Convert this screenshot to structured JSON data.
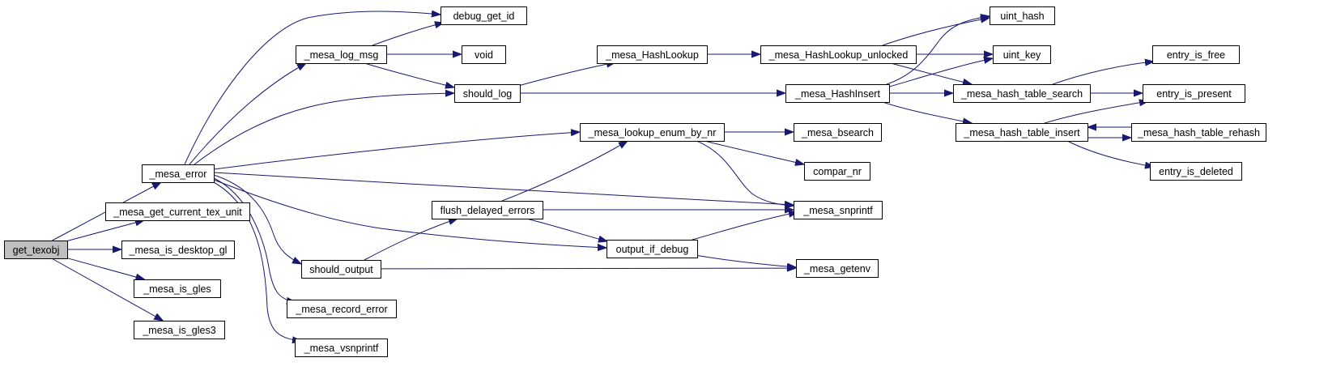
{
  "diagram": {
    "type": "call-graph",
    "colors": {
      "edge": "#191970",
      "node_border": "#000000",
      "root_fill": "#bfbfbf",
      "node_fill": "#ffffff"
    },
    "nodes": {
      "get_texobj": "get_texobj",
      "_mesa_error": "_mesa_error",
      "_mesa_get_current_tex_unit": "_mesa_get_current_tex_unit",
      "_mesa_is_desktop_gl": "_mesa_is_desktop_gl",
      "_mesa_is_gles": "_mesa_is_gles",
      "_mesa_is_gles3": "_mesa_is_gles3",
      "debug_get_id": "debug_get_id",
      "_mesa_log_msg": "_mesa_log_msg",
      "void": "void",
      "should_log": "should_log",
      "should_output": "should_output",
      "_mesa_record_error": "_mesa_record_error",
      "_mesa_vsnprintf": "_mesa_vsnprintf",
      "flush_delayed_errors": "flush_delayed_errors",
      "_mesa_HashLookup": "_mesa_HashLookup",
      "_mesa_lookup_enum_by_nr": "_mesa_lookup_enum_by_nr",
      "output_if_debug": "output_if_debug",
      "_mesa_HashLookup_unlocked": "_mesa_HashLookup_unlocked",
      "_mesa_HashInsert": "_mesa_HashInsert",
      "_mesa_bsearch": "_mesa_bsearch",
      "compar_nr": "compar_nr",
      "_mesa_snprintf": "_mesa_snprintf",
      "_mesa_getenv": "_mesa_getenv",
      "uint_hash": "uint_hash",
      "uint_key": "uint_key",
      "_mesa_hash_table_search": "_mesa_hash_table_search",
      "_mesa_hash_table_insert": "_mesa_hash_table_insert",
      "entry_is_free": "entry_is_free",
      "entry_is_present": "entry_is_present",
      "_mesa_hash_table_rehash": "_mesa_hash_table_rehash",
      "entry_is_deleted": "entry_is_deleted"
    },
    "edges": [
      [
        "get_texobj",
        "_mesa_error"
      ],
      [
        "get_texobj",
        "_mesa_get_current_tex_unit"
      ],
      [
        "get_texobj",
        "_mesa_is_desktop_gl"
      ],
      [
        "get_texobj",
        "_mesa_is_gles"
      ],
      [
        "get_texobj",
        "_mesa_is_gles3"
      ],
      [
        "_mesa_error",
        "debug_get_id"
      ],
      [
        "_mesa_error",
        "_mesa_log_msg"
      ],
      [
        "_mesa_error",
        "should_log"
      ],
      [
        "_mesa_error",
        "_mesa_lookup_enum_by_nr"
      ],
      [
        "_mesa_error",
        "_mesa_snprintf"
      ],
      [
        "_mesa_error",
        "output_if_debug"
      ],
      [
        "_mesa_error",
        "should_output"
      ],
      [
        "_mesa_error",
        "_mesa_record_error"
      ],
      [
        "_mesa_error",
        "_mesa_vsnprintf"
      ],
      [
        "_mesa_log_msg",
        "debug_get_id"
      ],
      [
        "_mesa_log_msg",
        "void"
      ],
      [
        "_mesa_log_msg",
        "should_log"
      ],
      [
        "should_log",
        "_mesa_HashLookup"
      ],
      [
        "should_log",
        "_mesa_HashInsert"
      ],
      [
        "_mesa_HashLookup",
        "_mesa_HashLookup_unlocked"
      ],
      [
        "_mesa_HashLookup_unlocked",
        "uint_hash"
      ],
      [
        "_mesa_HashLookup_unlocked",
        "uint_key"
      ],
      [
        "_mesa_HashLookup_unlocked",
        "_mesa_hash_table_search"
      ],
      [
        "_mesa_HashInsert",
        "uint_hash"
      ],
      [
        "_mesa_HashInsert",
        "uint_key"
      ],
      [
        "_mesa_HashInsert",
        "_mesa_hash_table_search"
      ],
      [
        "_mesa_HashInsert",
        "_mesa_hash_table_insert"
      ],
      [
        "_mesa_hash_table_search",
        "entry_is_free"
      ],
      [
        "_mesa_hash_table_search",
        "entry_is_present"
      ],
      [
        "_mesa_hash_table_insert",
        "entry_is_present"
      ],
      [
        "_mesa_hash_table_insert",
        "_mesa_hash_table_rehash"
      ],
      [
        "_mesa_hash_table_insert",
        "entry_is_deleted"
      ],
      [
        "_mesa_hash_table_rehash",
        "_mesa_hash_table_insert"
      ],
      [
        "_mesa_lookup_enum_by_nr",
        "_mesa_bsearch"
      ],
      [
        "_mesa_lookup_enum_by_nr",
        "compar_nr"
      ],
      [
        "_mesa_lookup_enum_by_nr",
        "_mesa_snprintf"
      ],
      [
        "should_output",
        "flush_delayed_errors"
      ],
      [
        "should_output",
        "_mesa_getenv"
      ],
      [
        "flush_delayed_errors",
        "_mesa_lookup_enum_by_nr"
      ],
      [
        "flush_delayed_errors",
        "_mesa_snprintf"
      ],
      [
        "flush_delayed_errors",
        "output_if_debug"
      ],
      [
        "output_if_debug",
        "_mesa_snprintf"
      ],
      [
        "output_if_debug",
        "_mesa_getenv"
      ]
    ]
  }
}
